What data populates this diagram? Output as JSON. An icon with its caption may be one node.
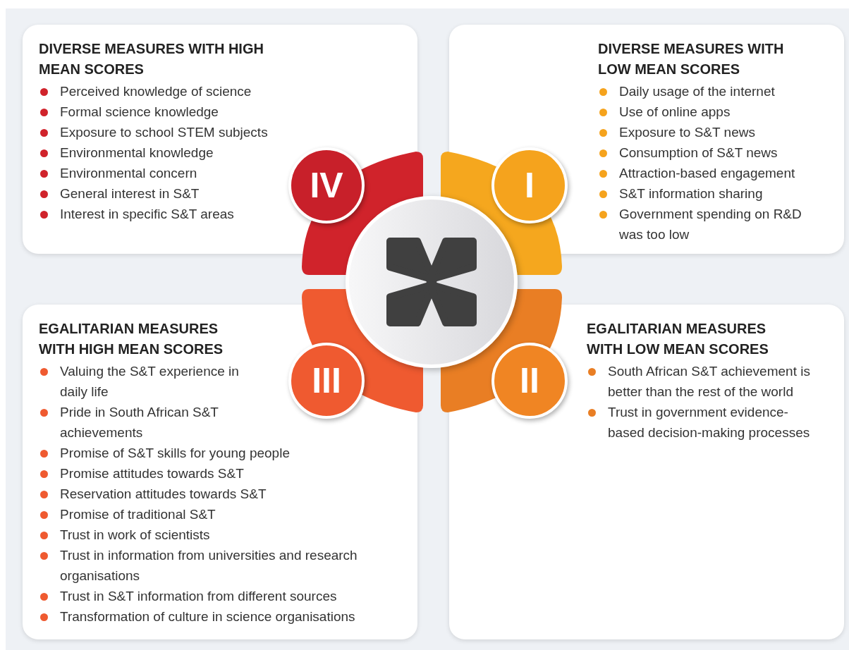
{
  "diagram": {
    "nodes": [
      {
        "text": [
          "DIVERSE MEASURES WITH HIGH MEAN SCORES",
          "Perceived knowledge of science",
          "Formal science knowledge",
          "Exposure to school STEM subjects",
          "Environmental knowledge",
          "Environmental concern",
          "General interest in S&T",
          "Interest in specific S&T areas"
        ]
      },
      {
        "text": [
          "IV"
        ],
        "in": 0
      },
      {
        "text": [
          "DIVERSE MEASURES WITH LOW MEAN SCORES",
          "Daily usage of the internet",
          "Use of online apps",
          "Exposure to S&T news",
          "Consumption of S&T news",
          "Attraction-based engagement",
          "S&T information sharing",
          "Government spending on R&D was too low"
        ]
      },
      {
        "text": [
          "I"
        ],
        "in": 2
      },
      {
        "text": [
          "EGALITARIAN MEASURES WITH HIGH MEAN SCORES",
          "Valuing the S&T experience in daily life",
          "Pride in South African S&T achievements",
          "Promise of S&T skills for young people",
          "Promise attitudes towards S&T",
          "Reservation attitudes towards S&T",
          "Promise of traditional S&T",
          "Trust in work of scientists",
          "Trust in information from universities and research organisations",
          "Trust in S&T information from different sources",
          "Transformation of culture in science organisations"
        ]
      },
      {
        "text": [
          "III"
        ],
        "in": 4
      },
      {
        "text": [
          "EGALITARIAN MEASURES WITH LOW MEAN SCORES",
          "South African S&T achievement is better than the rest of the world",
          "Trust in government evidence-based decision-making processes"
        ]
      },
      {
        "text": [
          "II"
        ],
        "in": 6
      }
    ],
    "edges": []
  }
}
